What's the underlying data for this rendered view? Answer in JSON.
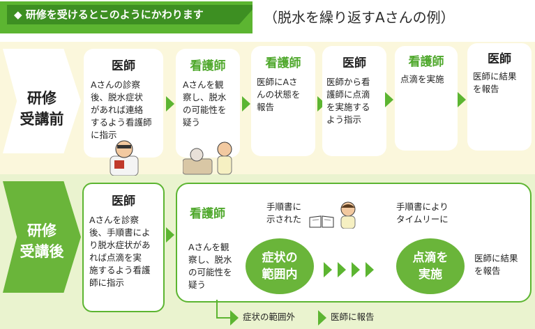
{
  "header": {
    "title": "◆ 研修を受けるとこのようにかわります",
    "example": "（脱水を繰り返すAさんの例）"
  },
  "before": {
    "label_line1": "研修",
    "label_line2": "受講前",
    "steps": [
      {
        "role": "医師",
        "text": [
          "Aさんの診察",
          "後、脱水症状",
          "があれば連絡",
          "するよう看護師",
          "に指示"
        ]
      },
      {
        "role": "看護師",
        "text": [
          "Aさんを観",
          "察し、脱水",
          "の可能性を",
          "疑う"
        ]
      },
      {
        "role": "看護師",
        "text": [
          "医師にAさ",
          "んの状態を",
          "報告"
        ]
      },
      {
        "role": "医師",
        "text": [
          "医師から看",
          "護師に点滴",
          "を実施する",
          "よう指示"
        ]
      },
      {
        "role": "看護師",
        "text": [
          "点滴を実施"
        ]
      },
      {
        "role": "医師",
        "text": [
          "医師に結果",
          "を報告"
        ]
      }
    ]
  },
  "after": {
    "label_line1": "研修",
    "label_line2": "受講後",
    "doctor": {
      "role": "医師",
      "text": [
        "Aさんを診察",
        "後、手順書によ",
        "り脱水症状があ",
        "れば点滴を実",
        "施するよう看護",
        "師に指示"
      ]
    },
    "nurse_role": "看護師",
    "nurse_text": [
      "Aさんを観",
      "察し、脱水",
      "の可能性を",
      "疑う"
    ],
    "manual_note": [
      "手順書に",
      "示された"
    ],
    "timely_note": [
      "手順書により",
      "タイムリーに"
    ],
    "circle1": [
      "症状の",
      "範囲内"
    ],
    "circle2": [
      "点滴を",
      "実施"
    ],
    "report": [
      "医師に結果",
      "を報告"
    ],
    "out_of_range": "症状の範囲外",
    "report_doctor": "医師に報告"
  },
  "colors": {
    "green": "#5cb531",
    "dark_green": "#3d8f22",
    "cream": "#fbf7dc",
    "light_green": "#eaf3cf"
  }
}
